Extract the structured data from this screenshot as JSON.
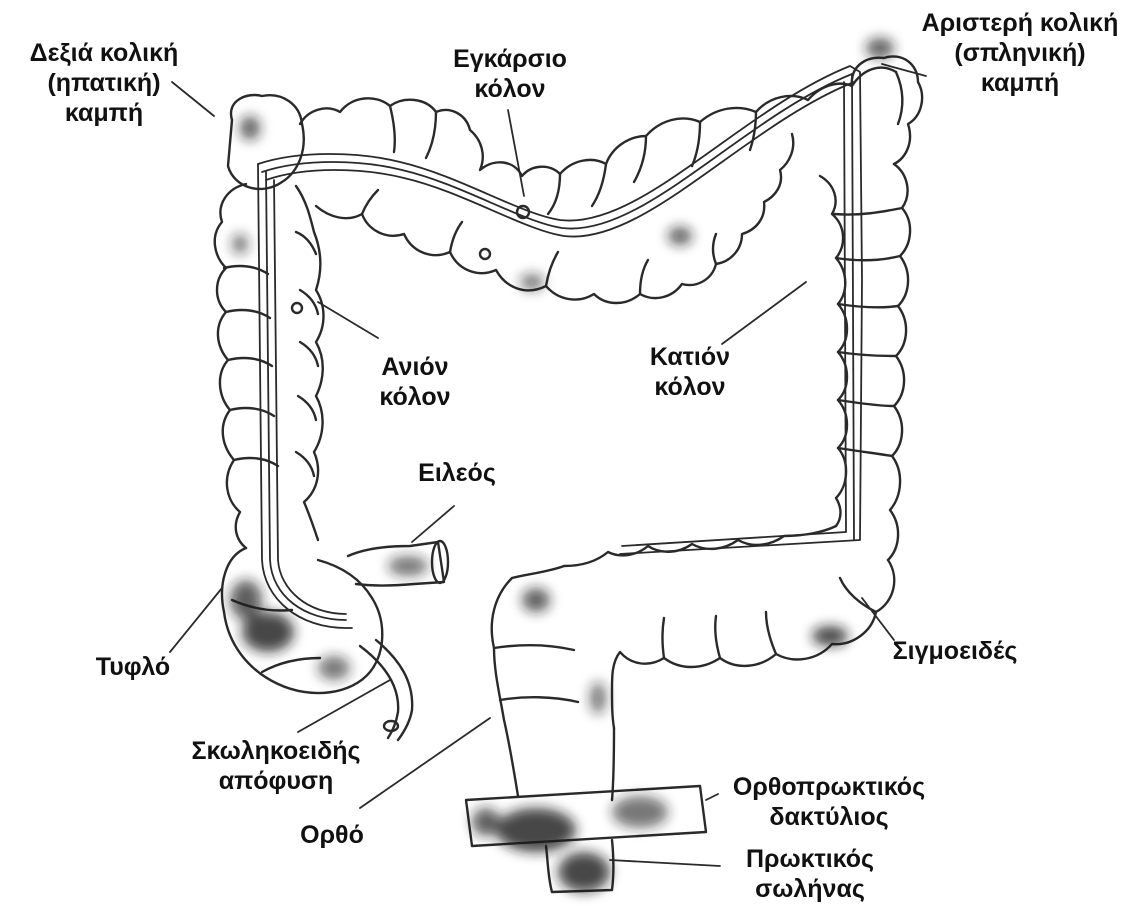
{
  "labels": {
    "hepatic_flexure": [
      "Δεξιά κολική",
      "(ηπατική)",
      "καμπή"
    ],
    "transverse_colon": [
      "Εγκάρσιο",
      "κόλον"
    ],
    "splenic_flexure": [
      "Αριστερή κολική",
      "(σπληνική)",
      "καμπή"
    ],
    "ascending_colon": [
      "Ανιόν",
      "κόλον"
    ],
    "descending_colon": [
      "Κατιόν",
      "κόλον"
    ],
    "ileum": "Ειλεός",
    "cecum": "Τυφλό",
    "appendix": [
      "Σκωληκοειδής",
      "απόφυση"
    ],
    "sigmoid": "Σιγμοειδές",
    "rectum": "Ορθό",
    "anorectal_ring": [
      "Ορθοπρωκτικός",
      "δακτύλιος"
    ],
    "anal_canal": [
      "Πρωκτικός",
      "σωλήνας"
    ]
  },
  "colors": {
    "outline": "#2a2a2a",
    "shading": "#1a1a1a",
    "background": "#ffffff"
  }
}
